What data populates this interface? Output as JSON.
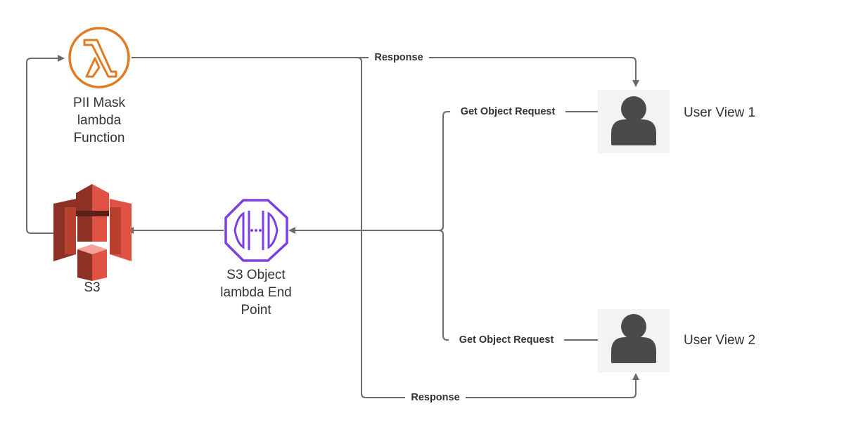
{
  "nodes": {
    "lambda": {
      "label_lines": [
        "PII Mask",
        "lambda",
        "Function"
      ],
      "icon": "lambda-icon",
      "color": "#e07b24"
    },
    "s3": {
      "label": "S3",
      "icon": "s3-bucket-icon",
      "color": "#e05243"
    },
    "endpoint": {
      "label_lines": [
        "S3 Object",
        "lambda End",
        "Point"
      ],
      "icon": "s3-object-lambda-endpoint-icon",
      "color": "#7b3fe4"
    },
    "user1": {
      "label": "User View 1",
      "icon": "user-icon"
    },
    "user2": {
      "label": "User View 2",
      "icon": "user-icon"
    }
  },
  "edges": {
    "response_top": "Response",
    "request_1": "Get Object Request",
    "request_2": "Get Object Request",
    "response_bottom": "Response"
  }
}
